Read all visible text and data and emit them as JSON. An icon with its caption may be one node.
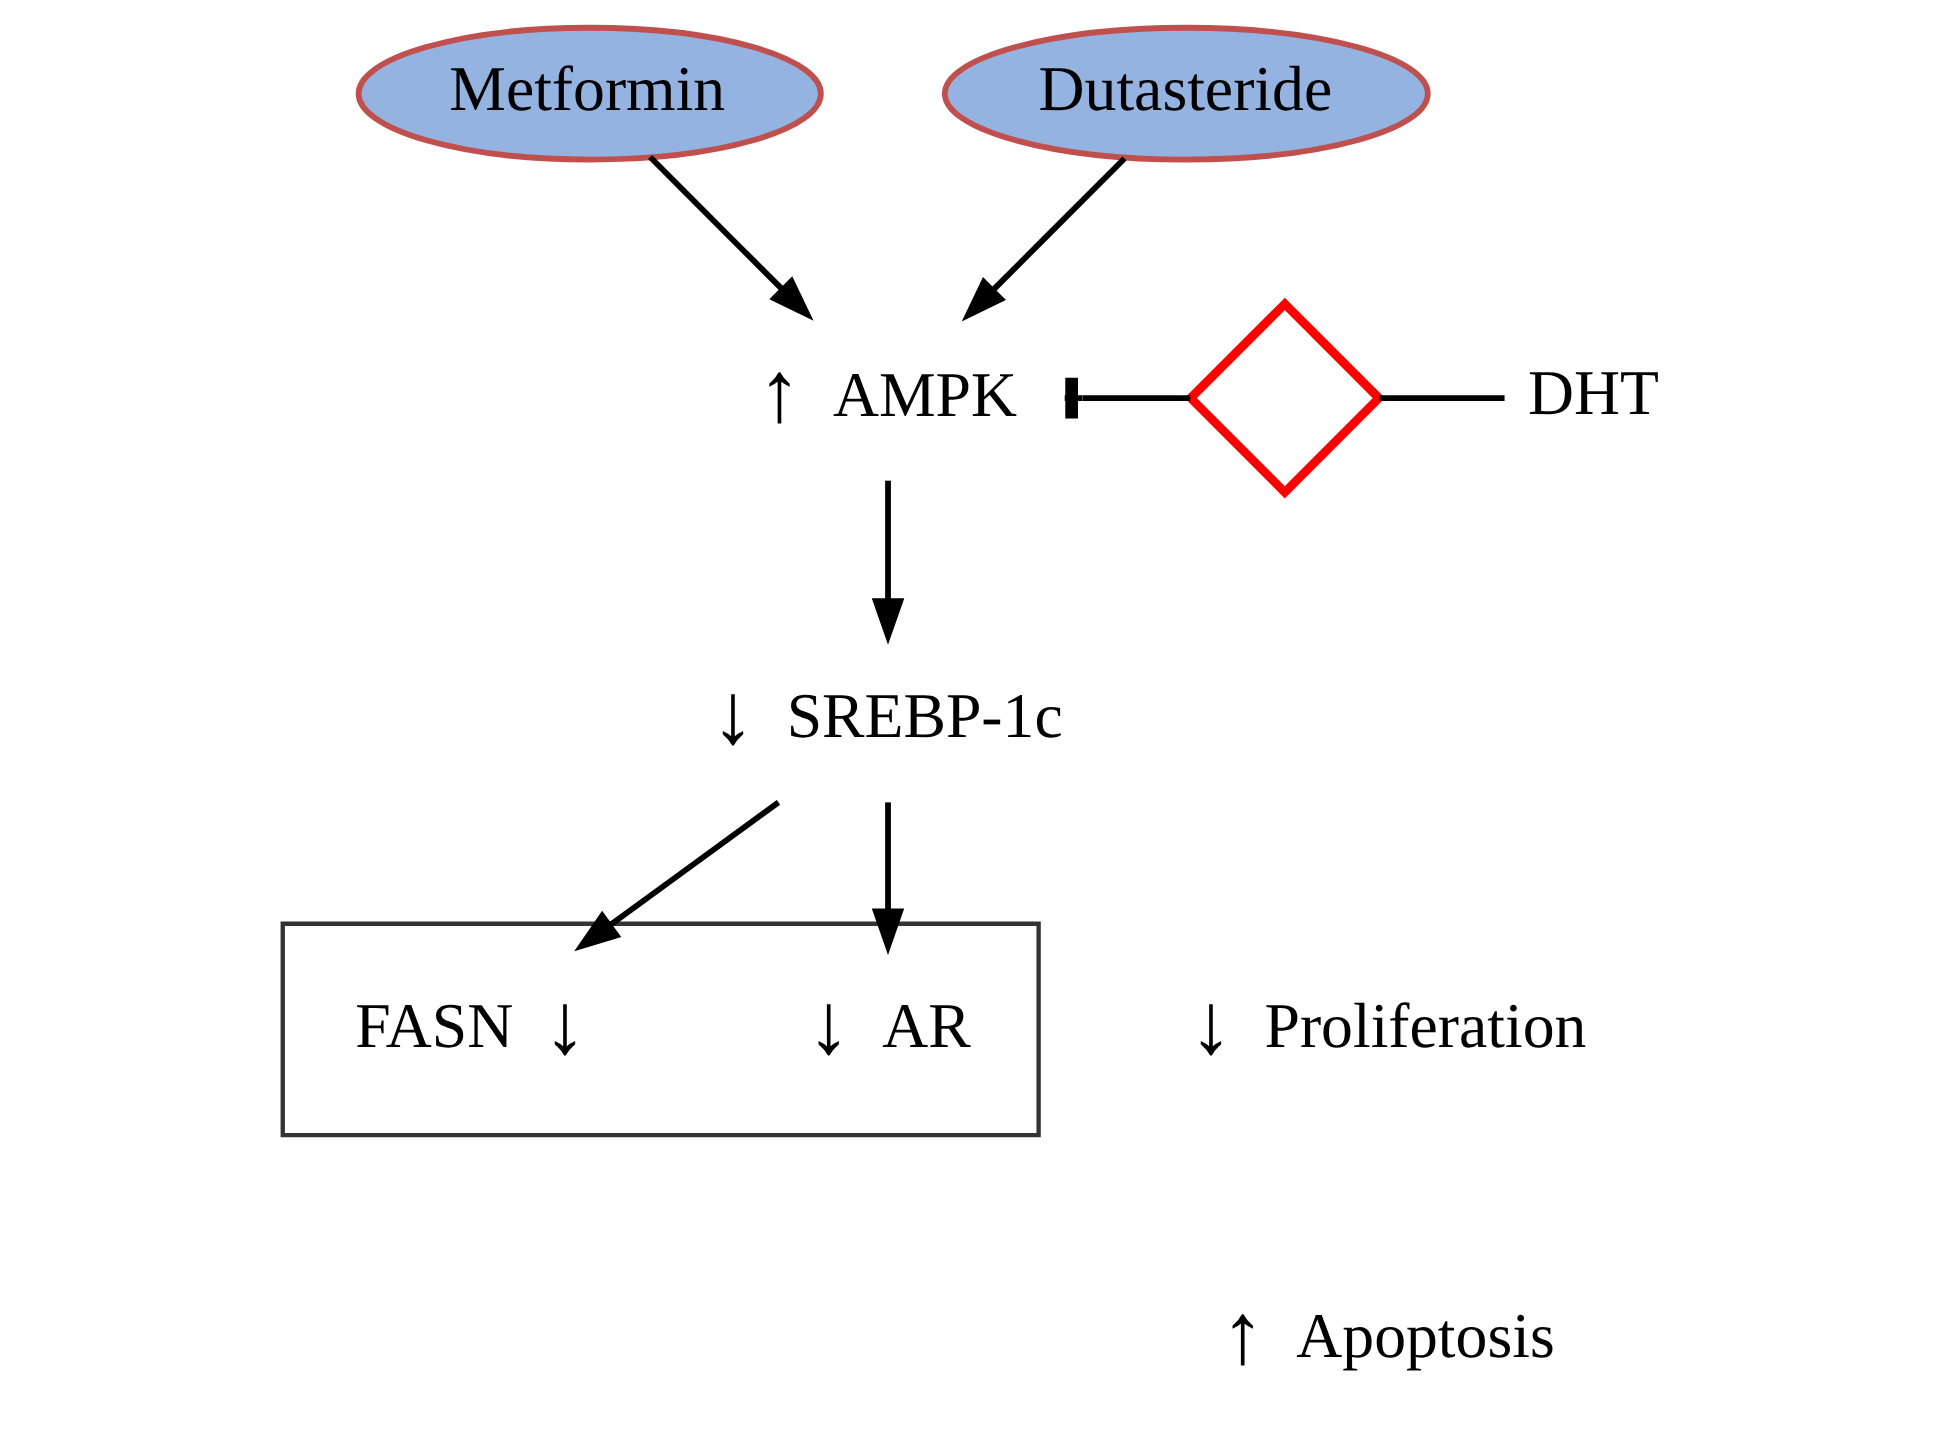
{
  "diagram": {
    "nodes": [
      {
        "text": [
          "Metformin"
        ]
      },
      {
        "text": [
          "Dutasteride"
        ]
      },
      {
        "text": [
          "AMPK"
        ],
        "beside": [
          "↑"
        ]
      },
      {
        "text": [],
        "shape": "cross"
      },
      {
        "text": [
          "DHT"
        ]
      },
      {
        "text": [
          "SREBP-1c"
        ],
        "beside": [
          "↓"
        ]
      },
      {
        "text": [],
        "shape": "box"
      },
      {
        "text": [
          "AR"
        ],
        "in": 6,
        "beside": [
          "↓"
        ]
      },
      {
        "text": [
          "FASN"
        ],
        "in": 6,
        "beside": [
          "↓"
        ]
      },
      {
        "text": [
          "Proliferation"
        ],
        "beside": [
          "↓"
        ]
      },
      {
        "text": [
          "Apoptosis"
        ],
        "beside": [
          "↑"
        ]
      }
    ],
    "edges": [
      {
        "from": 0,
        "to": 2,
        "arrow": "to"
      },
      {
        "from": 1,
        "to": 2,
        "arrow": "to"
      },
      {
        "from": 4,
        "to": 3,
        "arrow": "none"
      },
      {
        "from": 3,
        "to": 2,
        "arrow": "other"
      },
      {
        "from": 2,
        "to": 5,
        "arrow": "to"
      },
      {
        "from": 5,
        "to": 7,
        "arrow": "to"
      },
      {
        "from": 5,
        "to": 8,
        "arrow": "to"
      }
    ]
  }
}
